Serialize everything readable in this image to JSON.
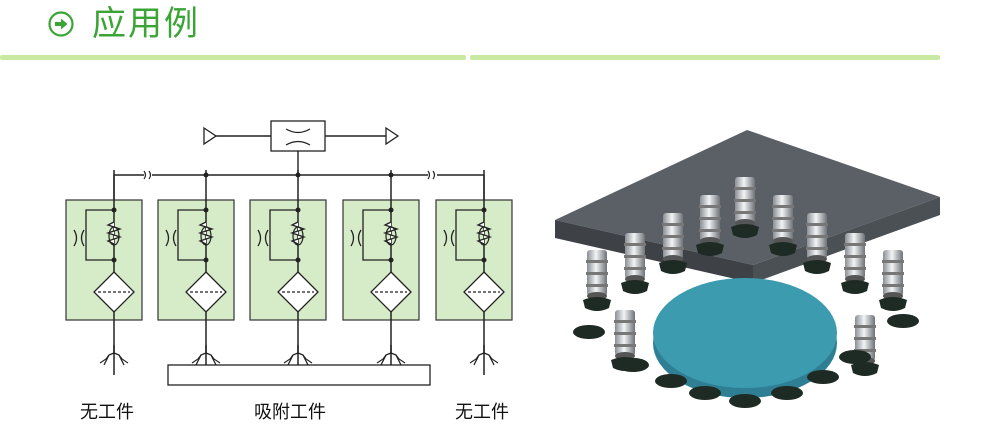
{
  "header": {
    "title": "应用例",
    "icon": "arrow-right-circle-icon",
    "accent_color": "#3aa535",
    "rule_color": "#c9e8a2"
  },
  "schematic": {
    "labels": {
      "left": "无工件",
      "middle": "吸附工件",
      "right": "无工件"
    },
    "unit_fill": "#d6ebc8",
    "unit_count": 5
  },
  "photo": {
    "description_icon": "vacuum-gripper-array-image"
  }
}
